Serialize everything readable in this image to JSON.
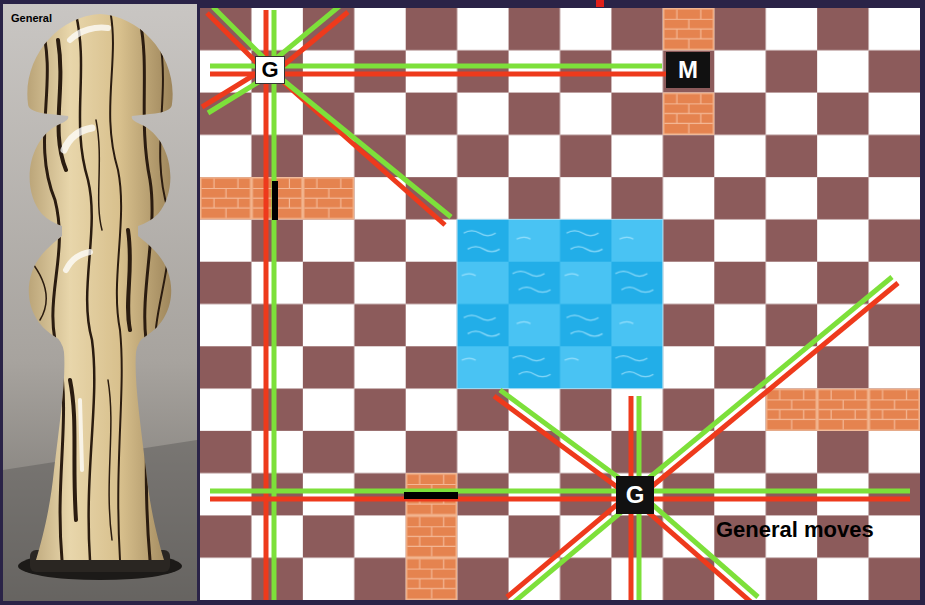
{
  "diagram": {
    "nodes": [
      {
        "text": [
          "G"
        ]
      },
      {
        "text": [
          "M"
        ]
      },
      {
        "text": [
          "G"
        ]
      }
    ],
    "labels": [
      "General",
      "General moves"
    ]
  }
}
